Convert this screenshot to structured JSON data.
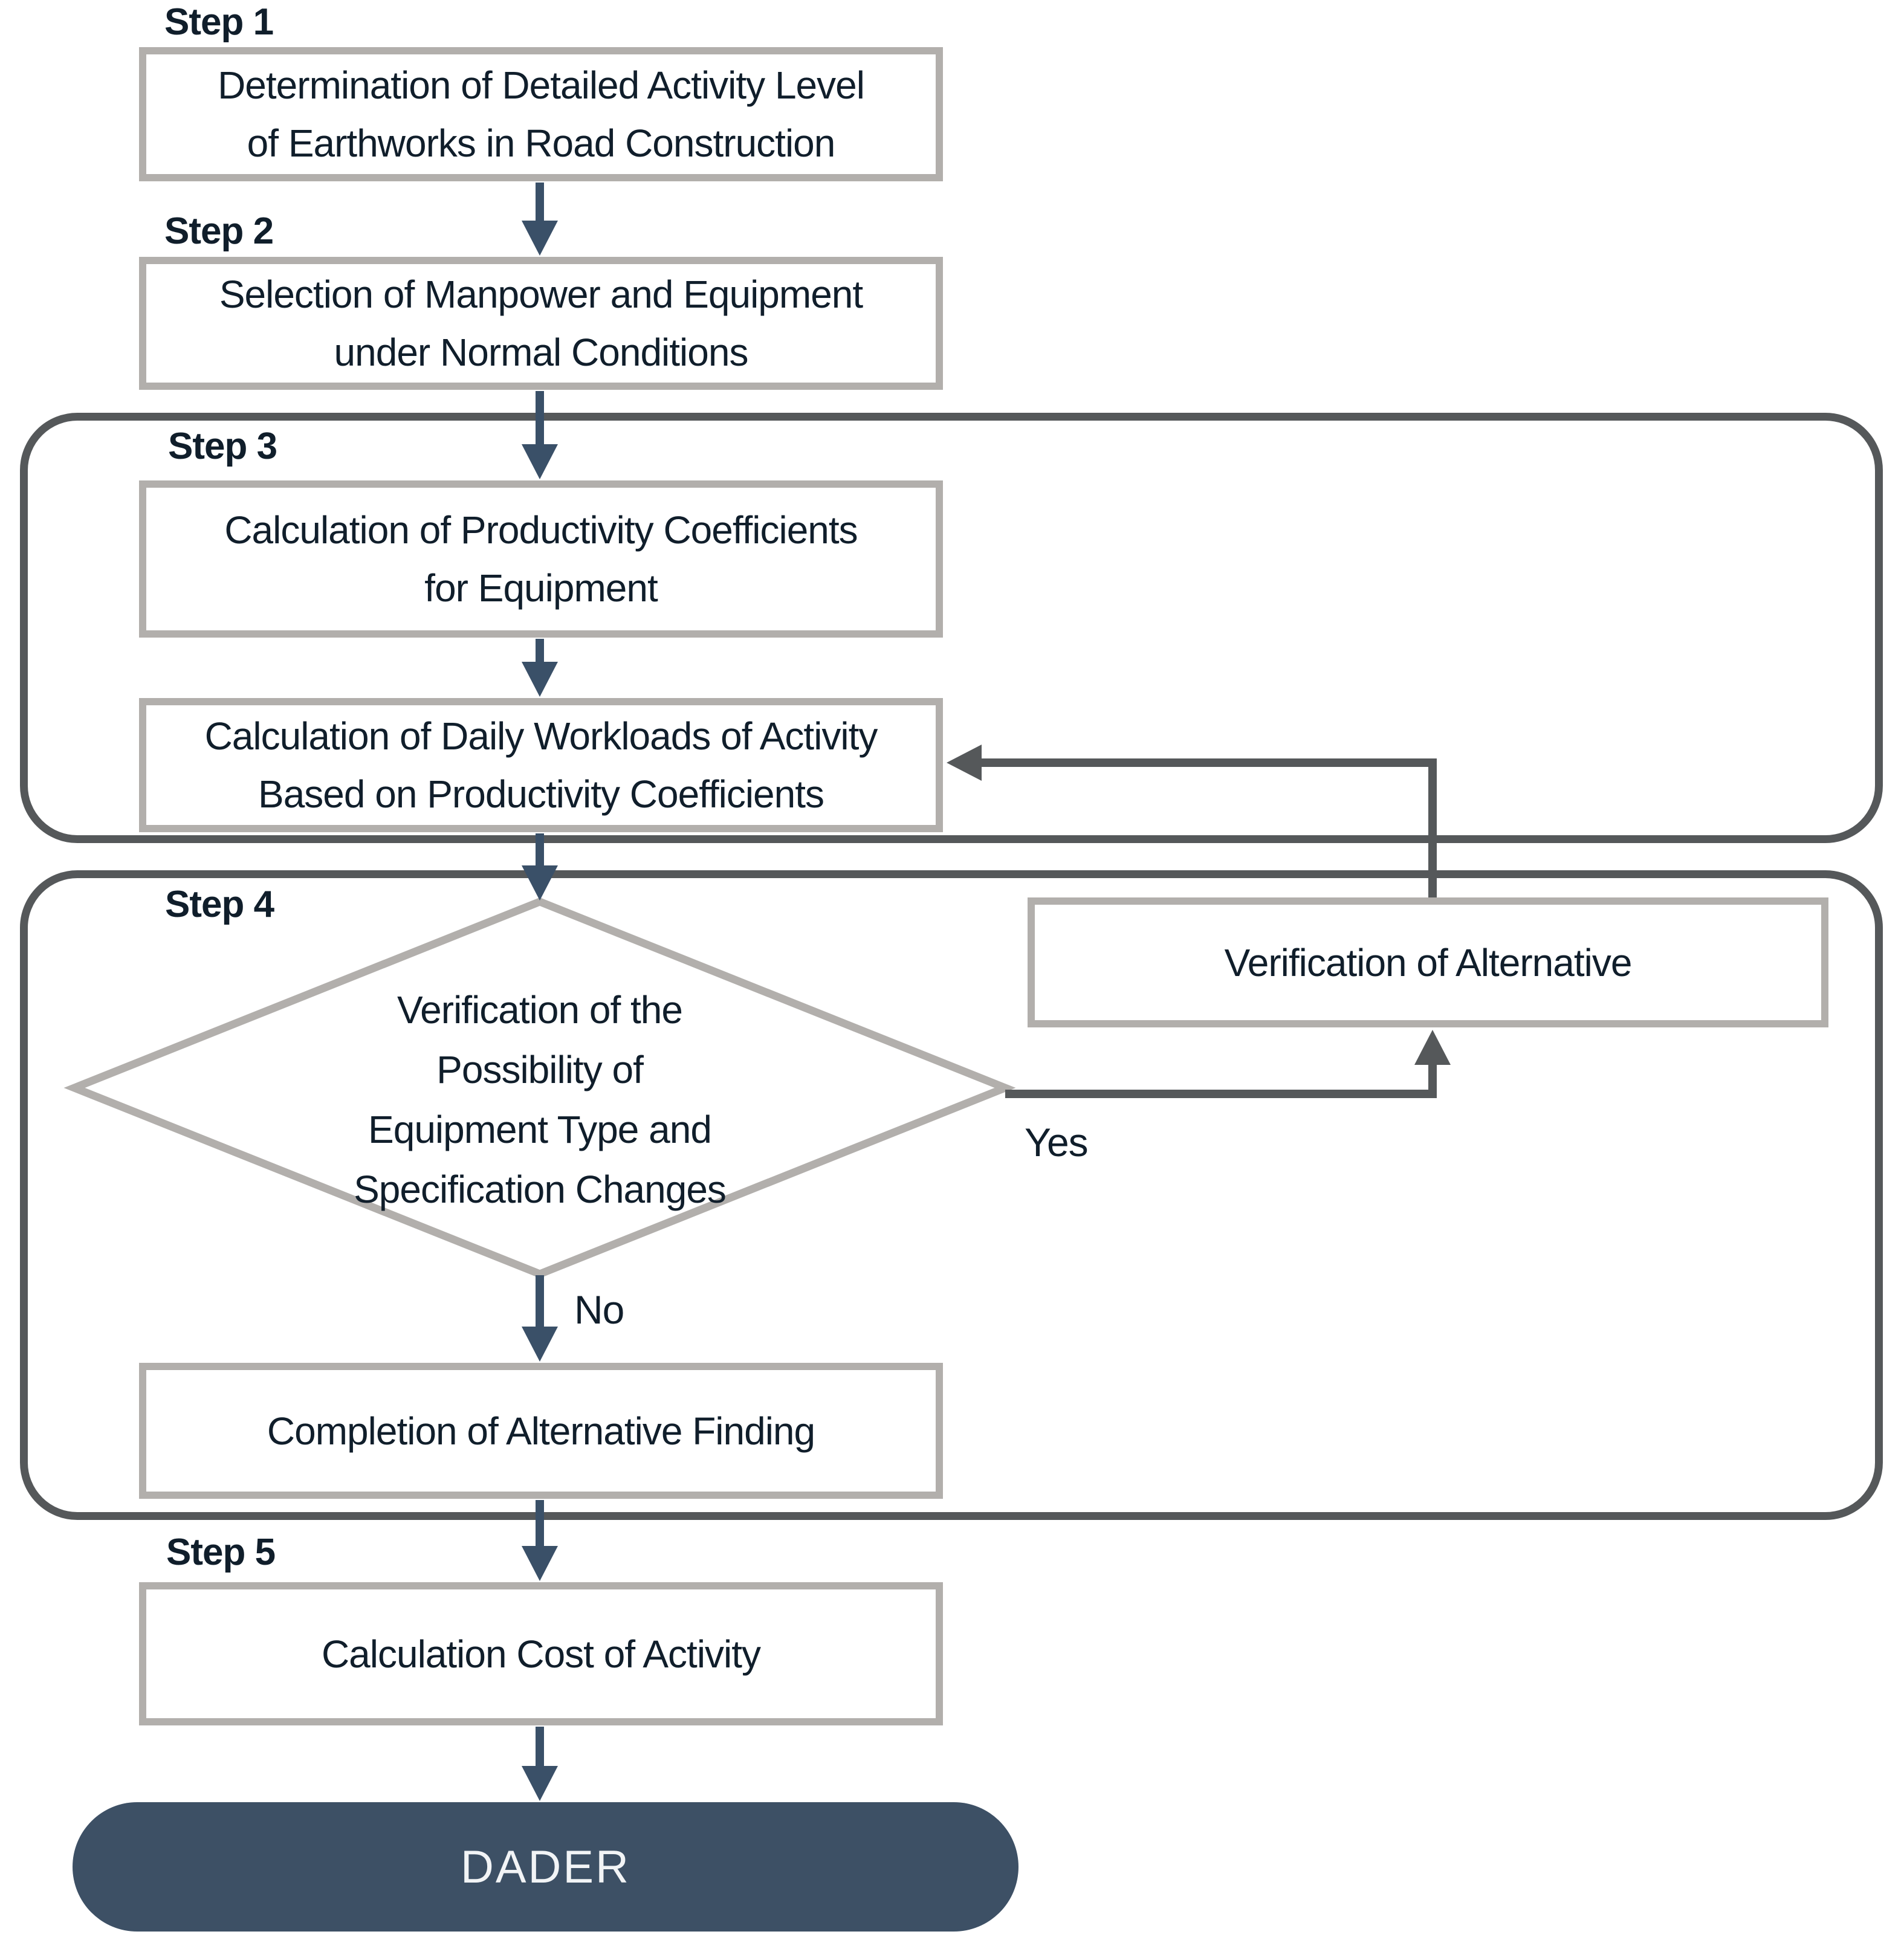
{
  "colors": {
    "flow_arrow": "#3A5068",
    "loop_arrow": "#55585A",
    "container_border": "#55585A",
    "box_border": "#B2AFAC",
    "text": "#101E2B",
    "terminal_bg": "#3D5065",
    "terminal_text": "#F2F4F6"
  },
  "step1": {
    "label": "Step 1",
    "box": {
      "line1": "Determination of Detailed Activity Level",
      "line2": "of Earthworks in Road Construction"
    }
  },
  "step2": {
    "label": "Step 2",
    "box": {
      "line1": "Selection of Manpower and Equipment",
      "line2": "under Normal Conditions"
    }
  },
  "step3": {
    "label": "Step 3",
    "productivity_box": {
      "line1": "Calculation of Productivity Coefficients",
      "line2": "for Equipment"
    },
    "workload_box": {
      "line1": "Calculation of Daily Workloads of Activity",
      "line2": "Based on Productivity Coefficients"
    }
  },
  "step4": {
    "label": "Step 4",
    "decision": {
      "line1": "Verification of the",
      "line2": "Possibility of",
      "line3": "Equipment Type and",
      "line4": "Specification Changes"
    },
    "yes_label": "Yes",
    "no_label": "No",
    "alternative_box": "Verification of Alternative",
    "completion_box": "Completion of Alternative Finding"
  },
  "step5": {
    "label": "Step 5",
    "box": "Calculation Cost of Activity"
  },
  "terminal": {
    "label": "DADER"
  }
}
